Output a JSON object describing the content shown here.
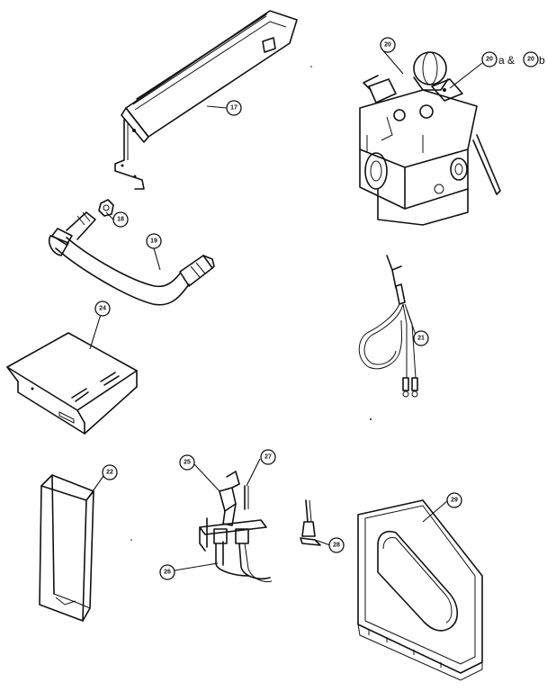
{
  "diagram": {
    "callouts": {
      "c17": "17",
      "c18": "18",
      "c19": "19",
      "c20": "20",
      "c20a": "20",
      "c20b": "20",
      "c21": "21",
      "c22": "22",
      "c24": "24",
      "c25": "25",
      "c26": "26",
      "c27": "27",
      "c28": "28",
      "c29": "29"
    },
    "suffix_a": "a &",
    "suffix_b": "b"
  }
}
